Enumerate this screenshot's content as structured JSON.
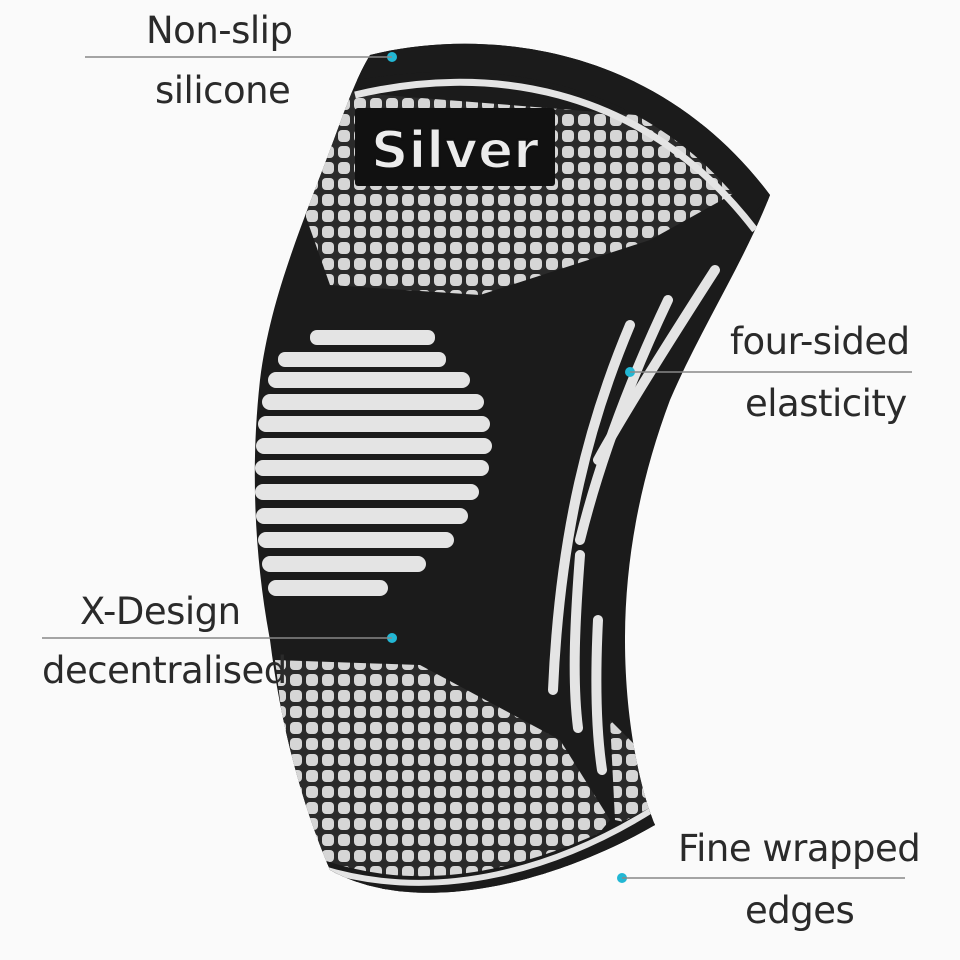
{
  "product": {
    "brand_logo": "Silver",
    "sleeve_color": "#1b1b1b",
    "stripe_color": "#e4e4e4",
    "mesh_color": "#d0d0d0",
    "accent_dot_color": "#22b7d4"
  },
  "callouts": [
    {
      "line1": "Non-slip",
      "line2": "silicone",
      "side": "left"
    },
    {
      "line1": "four-sided",
      "line2": "elasticity",
      "side": "right"
    },
    {
      "line1": "X-Design",
      "line2": "decentralised",
      "side": "left"
    },
    {
      "line1": "Fine wrapped",
      "line2": "edges",
      "side": "right"
    }
  ]
}
